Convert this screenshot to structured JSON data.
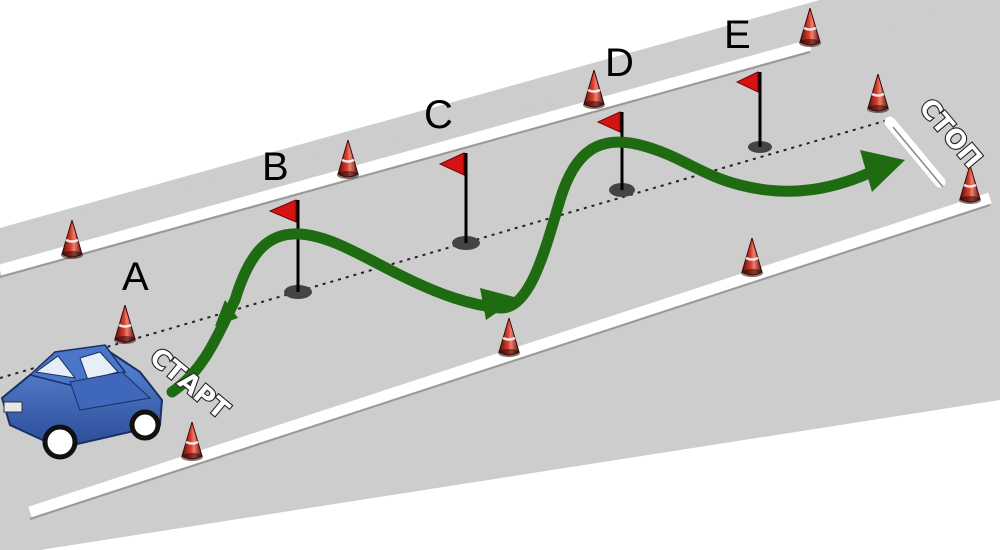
{
  "diagram": {
    "point_labels": [
      "A",
      "B",
      "C",
      "D",
      "E"
    ],
    "start_label": "СТАРТ",
    "stop_label": "СТОП",
    "colors": {
      "track": "#cdcdcd",
      "lane_line": "#ffffff",
      "route_arrow": "#1f6b12",
      "flag": "#d41414",
      "cone": "#b3261e",
      "car": "#3a63b8",
      "center_line": "#222222"
    },
    "icons": [
      "cone-icon",
      "flag-icon",
      "car-icon",
      "route-arrow-icon"
    ]
  }
}
